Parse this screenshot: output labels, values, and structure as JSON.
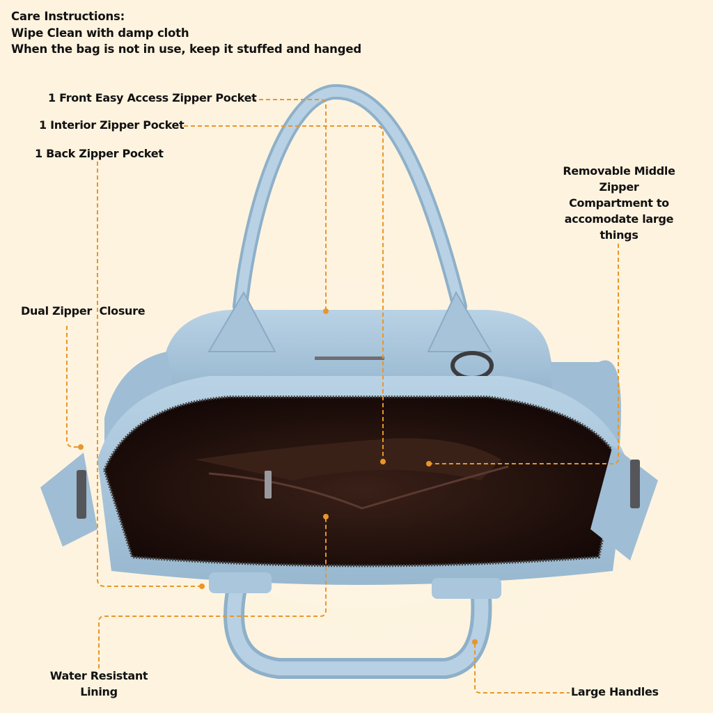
{
  "care_instructions": {
    "title": "Care Instructions:",
    "line1": "Wipe Clean with damp cloth",
    "line2": "When the bag is not in use, keep it stuffed and hanged"
  },
  "callouts": {
    "front_pocket": "1 Front Easy Access Zipper Pocket",
    "interior_pocket": "1 Interior Zipper Pocket",
    "back_pocket": "1 Back Zipper Pocket",
    "middle_compartment": [
      "Removable Middle",
      "Zipper",
      "Compartment to",
      "accomodate large",
      "things"
    ],
    "dual_zipper": "Dual Zipper  Closure",
    "lining": [
      "Water Resistant",
      "Lining"
    ],
    "handles": "Large Handles"
  },
  "colors": {
    "background": "#fdf3df",
    "leader_line": "#e8962a",
    "bag_blue": "#a9c6dc",
    "lining_brown": "#2a1510"
  },
  "product_image": "light-blue-handbag-open-top-view"
}
